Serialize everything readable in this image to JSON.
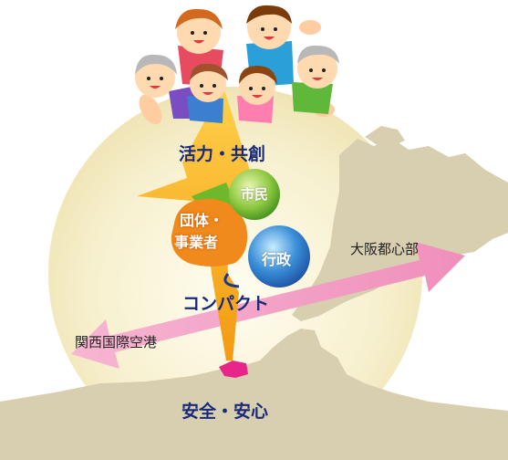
{
  "labels": {
    "vitality": "活力・共創",
    "citizens": "市民",
    "organizations": [
      "団体・",
      "事業者"
    ],
    "government": "行政",
    "compact": "コンパクト",
    "osaka": "大阪都心部",
    "airport": "関西国際空港",
    "safety": "安全・安心"
  },
  "colors": {
    "globe": "#f5eec8",
    "land": "#d9cfb0",
    "arrow_pink": "#f4a8c8",
    "arrow_orange": "#f7a21a",
    "title_blue": "#1a2a7a",
    "citizens_ball": "#8cc63f",
    "government_ball": "#3a8fd8",
    "organizations_shape": "#f08a1c",
    "location_marker": "#e8268a"
  },
  "icons": [
    "family-illustration",
    "location-marker-icon"
  ]
}
